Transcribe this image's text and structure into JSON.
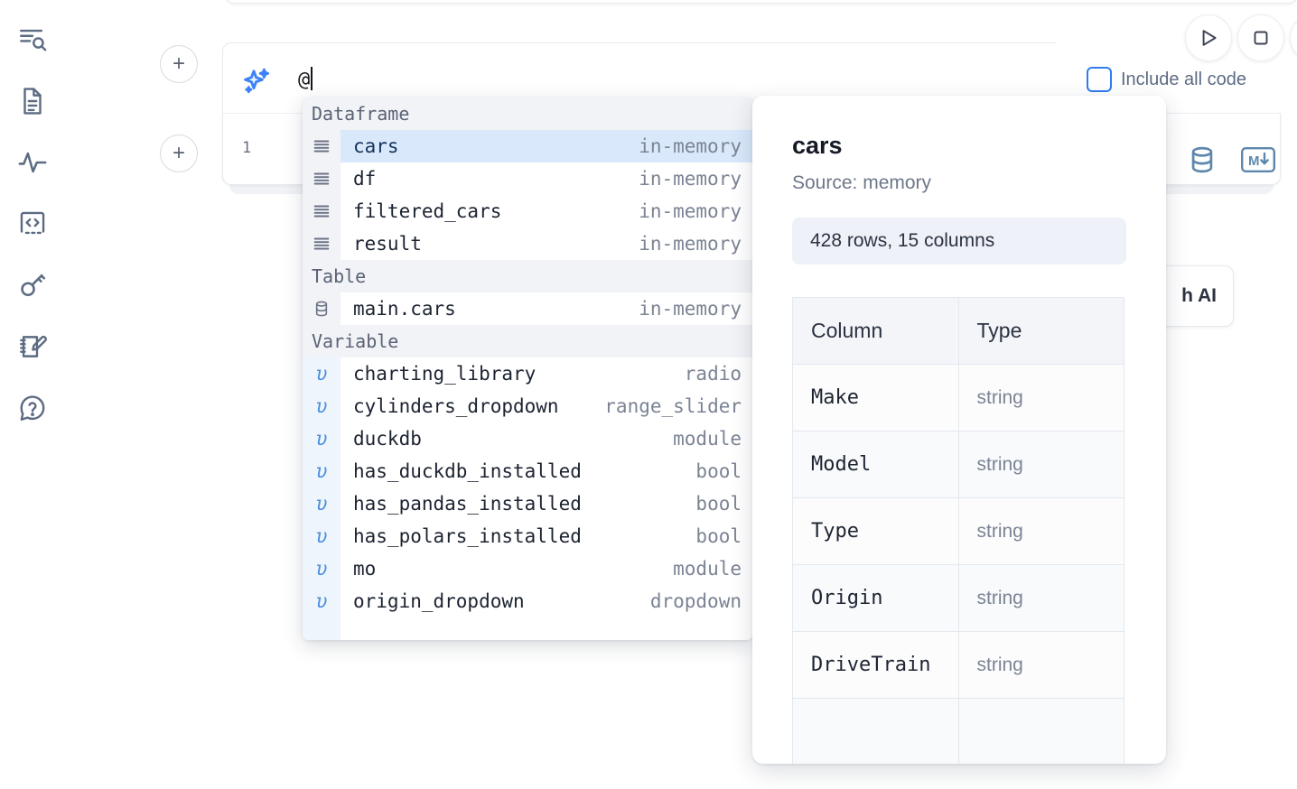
{
  "sidebar": {
    "items": [
      {
        "name": "outline-search-icon",
        "label": "Outline"
      },
      {
        "name": "file-explorer-icon",
        "label": "Files"
      },
      {
        "name": "activity-icon",
        "label": "Activity"
      },
      {
        "name": "code-snippets-icon",
        "label": "Snippets"
      },
      {
        "name": "secrets-key-icon",
        "label": "Secrets"
      },
      {
        "name": "scratchpad-icon",
        "label": "Scratchpad"
      },
      {
        "name": "help-chat-icon",
        "label": "Help"
      }
    ]
  },
  "toolbar": {
    "run_label": "Run",
    "stop_label": "Stop",
    "include_all_code_label": "Include all code",
    "include_all_code_checked": false,
    "accent_color": "#2f7df0"
  },
  "ai_cell": {
    "prompt_value": "@",
    "sparkle_icon": "sparkles-icon",
    "sparkle_color": "#3b82f6"
  },
  "code_cell": {
    "line_number": "1",
    "tools": [
      {
        "name": "database-icon",
        "label": "Database"
      },
      {
        "name": "markdown-down-icon",
        "label": "M↓"
      }
    ],
    "tool_color": "#5d87ad"
  },
  "ai_pill": {
    "label": "h AI"
  },
  "add_buttons": [
    {
      "label": "+"
    },
    {
      "label": "+"
    }
  ],
  "autocomplete": {
    "sections": [
      {
        "title": "Dataframe",
        "icon": "dataframe-icon",
        "items": [
          {
            "name": "cars",
            "type": "in-memory",
            "selected": true
          },
          {
            "name": "df",
            "type": "in-memory",
            "selected": false
          },
          {
            "name": "filtered_cars",
            "type": "in-memory",
            "selected": false
          },
          {
            "name": "result",
            "type": "in-memory",
            "selected": false
          }
        ]
      },
      {
        "title": "Table",
        "icon": "table-db-icon",
        "items": [
          {
            "name": "main.cars",
            "type": "in-memory",
            "selected": false
          }
        ]
      },
      {
        "title": "Variable",
        "icon": "variable-icon",
        "items": [
          {
            "name": "charting_library",
            "type": "radio",
            "selected": false
          },
          {
            "name": "cylinders_dropdown",
            "type": "range_slider",
            "selected": false
          },
          {
            "name": "duckdb",
            "type": "module",
            "selected": false
          },
          {
            "name": "has_duckdb_installed",
            "type": "bool",
            "selected": false
          },
          {
            "name": "has_pandas_installed",
            "type": "bool",
            "selected": false
          },
          {
            "name": "has_polars_installed",
            "type": "bool",
            "selected": false
          },
          {
            "name": "mo",
            "type": "module",
            "selected": false
          },
          {
            "name": "origin_dropdown",
            "type": "dropdown",
            "selected": false
          }
        ]
      }
    ]
  },
  "preview": {
    "title": "cars",
    "source": "Source: memory",
    "shape": "428 rows, 15 columns",
    "columns_header": "Column",
    "type_header": "Type",
    "rows": [
      {
        "column": "Make",
        "type": "string"
      },
      {
        "column": "Model",
        "type": "string"
      },
      {
        "column": "Type",
        "type": "string"
      },
      {
        "column": "Origin",
        "type": "string"
      },
      {
        "column": "DriveTrain",
        "type": "string"
      }
    ]
  }
}
